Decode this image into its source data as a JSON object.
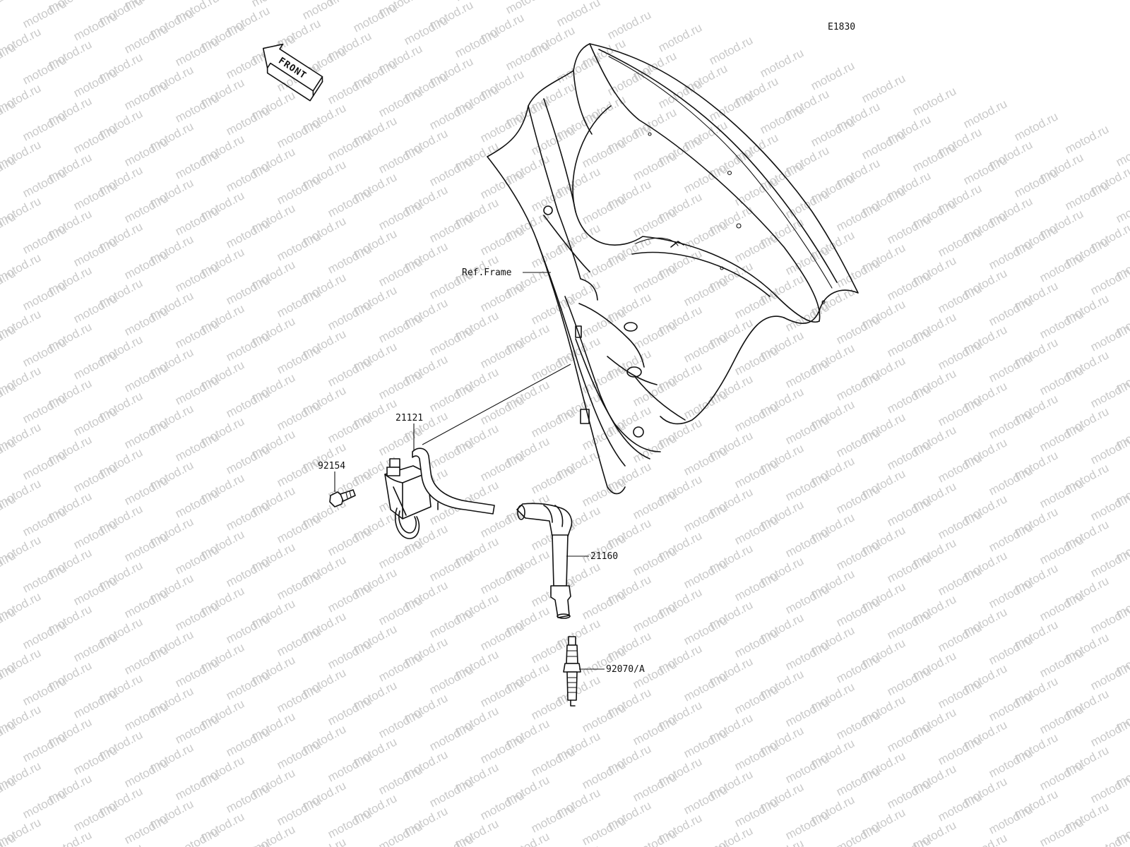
{
  "diagram_code": "E1830",
  "front_arrow_label": "FRONT",
  "watermark_text": "motod.ru",
  "labels": {
    "ref_frame": "Ref.Frame",
    "ignition_coil": "21121",
    "bolt": "92154",
    "plug_cap": "21160",
    "spark_plug": "92070/A"
  },
  "colors": {
    "line": "#111111",
    "watermark": "#c9c9c9",
    "background": "#ffffff"
  }
}
